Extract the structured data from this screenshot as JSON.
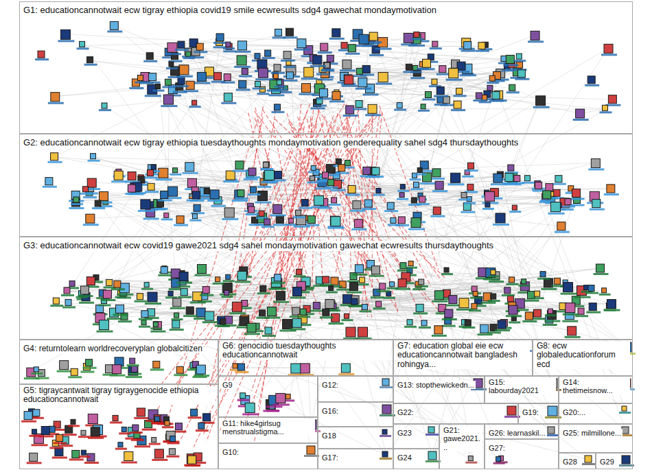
{
  "diagram": {
    "nodes": [
      {
        "text": [
          "G1: educationcannotwait ecw tigray ethiopia covid19 smile ecwresults sdg4 gawechat mondaymotivation"
        ]
      },
      {
        "text": [
          "G2: educationcannotwait ecw tigray ethiopia tuesdaythoughts mondaymotivation genderequality sahel sdg4 thursdaythoughts"
        ]
      },
      {
        "text": [
          "G3: educationcannotwait ecw covid19 gawe2021 sdg4 sahel mondaymotivation gawechat ecwresults thursdaythoughts"
        ]
      },
      {
        "text": [
          "G4: returntolearn worldrecoveryplan globalcitizen"
        ]
      },
      {
        "text": [
          "G5: tigraycantwait tigray tigraygenocide ethiopia educationcannotwait"
        ]
      },
      {
        "text": [
          "G6: genocidio tuesdaythoughts educationcannotwait"
        ]
      },
      {
        "text": [
          "G7: education global eie ecw educationcannotwait bangladesh rohingya..."
        ]
      },
      {
        "text": [
          "G8: ecw globaleducationforum ecd"
        ]
      },
      {
        "text": [
          "G9"
        ]
      },
      {
        "text": [
          "G10:"
        ]
      },
      {
        "text": [
          "G11: hike4girlsug menstrualstigma..."
        ]
      },
      {
        "text": [
          "G12:"
        ]
      },
      {
        "text": [
          "G13: stopthewickedn..."
        ]
      },
      {
        "text": [
          "G14: thetimeisnow..."
        ]
      },
      {
        "text": [
          "G15: labourday2021"
        ]
      },
      {
        "text": [
          "G16:"
        ]
      },
      {
        "text": [
          "G17:"
        ]
      },
      {
        "text": [
          "G18"
        ]
      },
      {
        "text": [
          "G19:"
        ]
      },
      {
        "text": [
          "G20:..."
        ]
      },
      {
        "text": [
          "G21: gawe2021..."
        ]
      },
      {
        "text": [
          "G22:"
        ]
      },
      {
        "text": [
          "G23"
        ]
      },
      {
        "text": [
          "G24"
        ]
      },
      {
        "text": [
          "G25: milmillone..."
        ]
      },
      {
        "text": [
          "G26: learnaskil..."
        ]
      },
      {
        "text": [
          "G27:"
        ]
      },
      {
        "text": [
          "G28"
        ]
      },
      {
        "text": [
          "G29"
        ]
      }
    ]
  }
}
